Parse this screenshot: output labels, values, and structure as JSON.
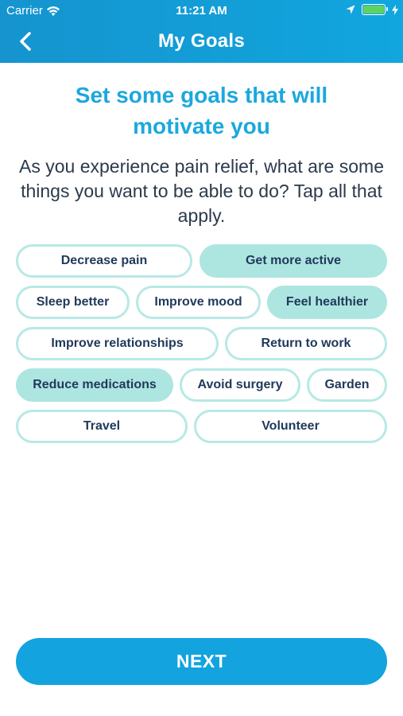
{
  "status_bar": {
    "carrier": "Carrier",
    "time": "11:21 AM"
  },
  "nav": {
    "title": "My Goals",
    "back_icon": "chevron-left-icon"
  },
  "content": {
    "headline": "Set some goals that will motivate you",
    "subtext": "As you experience pain relief, what are some things you want to be able to do? Tap all that apply."
  },
  "goals": [
    {
      "label": "Decrease pain",
      "selected": false
    },
    {
      "label": "Get more active",
      "selected": true
    },
    {
      "label": "Sleep better",
      "selected": false
    },
    {
      "label": "Improve mood",
      "selected": false
    },
    {
      "label": "Feel healthier",
      "selected": true
    },
    {
      "label": "Improve relationships",
      "selected": false
    },
    {
      "label": "Return to work",
      "selected": false
    },
    {
      "label": "Reduce medications",
      "selected": true
    },
    {
      "label": "Avoid surgery",
      "selected": false
    },
    {
      "label": "Garden",
      "selected": false
    },
    {
      "label": "Travel",
      "selected": false
    },
    {
      "label": "Volunteer",
      "selected": false
    }
  ],
  "actions": {
    "next_label": "NEXT"
  },
  "colors": {
    "header": "#1594cf",
    "accent": "#1ba8dd",
    "chip_border": "#b7e9e5",
    "chip_selected": "#ade6e1",
    "chip_text": "#213a5b",
    "button": "#13a3df"
  }
}
